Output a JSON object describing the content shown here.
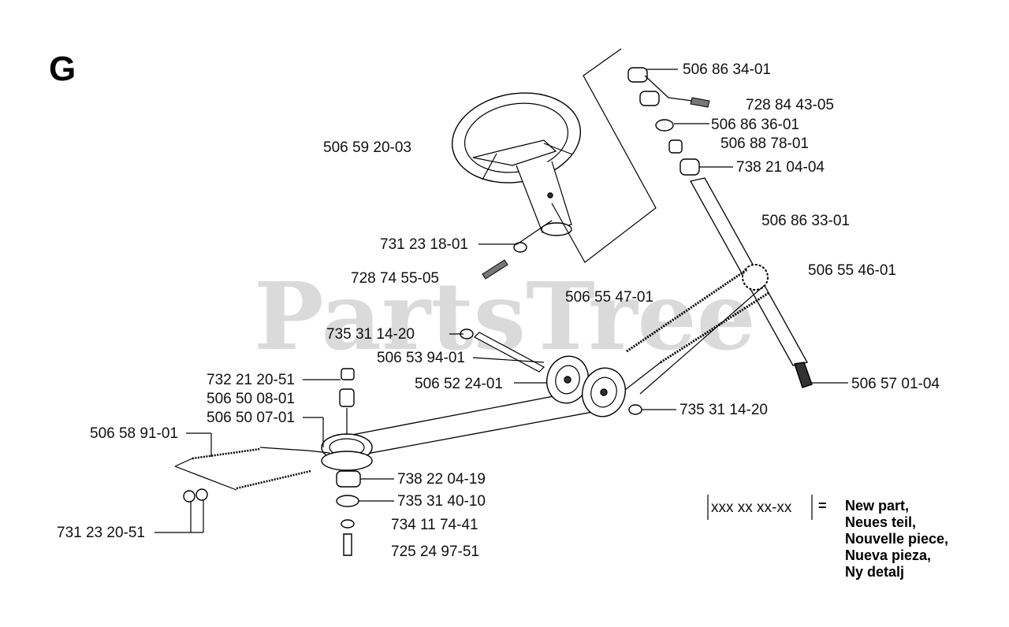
{
  "section_letter": "G",
  "watermark": "PartsTree",
  "parts": {
    "p1": "506 86 34-01",
    "p2": "728 84 43-05",
    "p3": "506 86 36-01",
    "p4": "506 88 78-01",
    "p5": "738 21 04-04",
    "p6": "506 59 20-03",
    "p7": "506 86 33-01",
    "p8": "731 23 18-01",
    "p9": "506 55 46-01",
    "p10": "728 74 55-05",
    "p11": "506 55 47-01",
    "p12": "735 31 14-20",
    "p13": "506 53 94-01",
    "p14": "732 21 20-51",
    "p15": "506 52 24-01",
    "p16": "506 57 01-04",
    "p17": "506 50 08-01",
    "p18": "506 50 07-01",
    "p19": "735 31 14-20",
    "p20": "506 58 91-01",
    "p21": "738 22 04-19",
    "p22": "735 31 40-10",
    "p23": "734 11 74-41",
    "p24": "731 23 20-51",
    "p25": "725 24 97-51"
  },
  "legend": {
    "code": "xxx xx xx-xx",
    "equals": "=",
    "lines": [
      "New part,",
      "Neues teil,",
      "Nouvelle piece,",
      "Nueva pieza,",
      "Ny detalj"
    ]
  }
}
